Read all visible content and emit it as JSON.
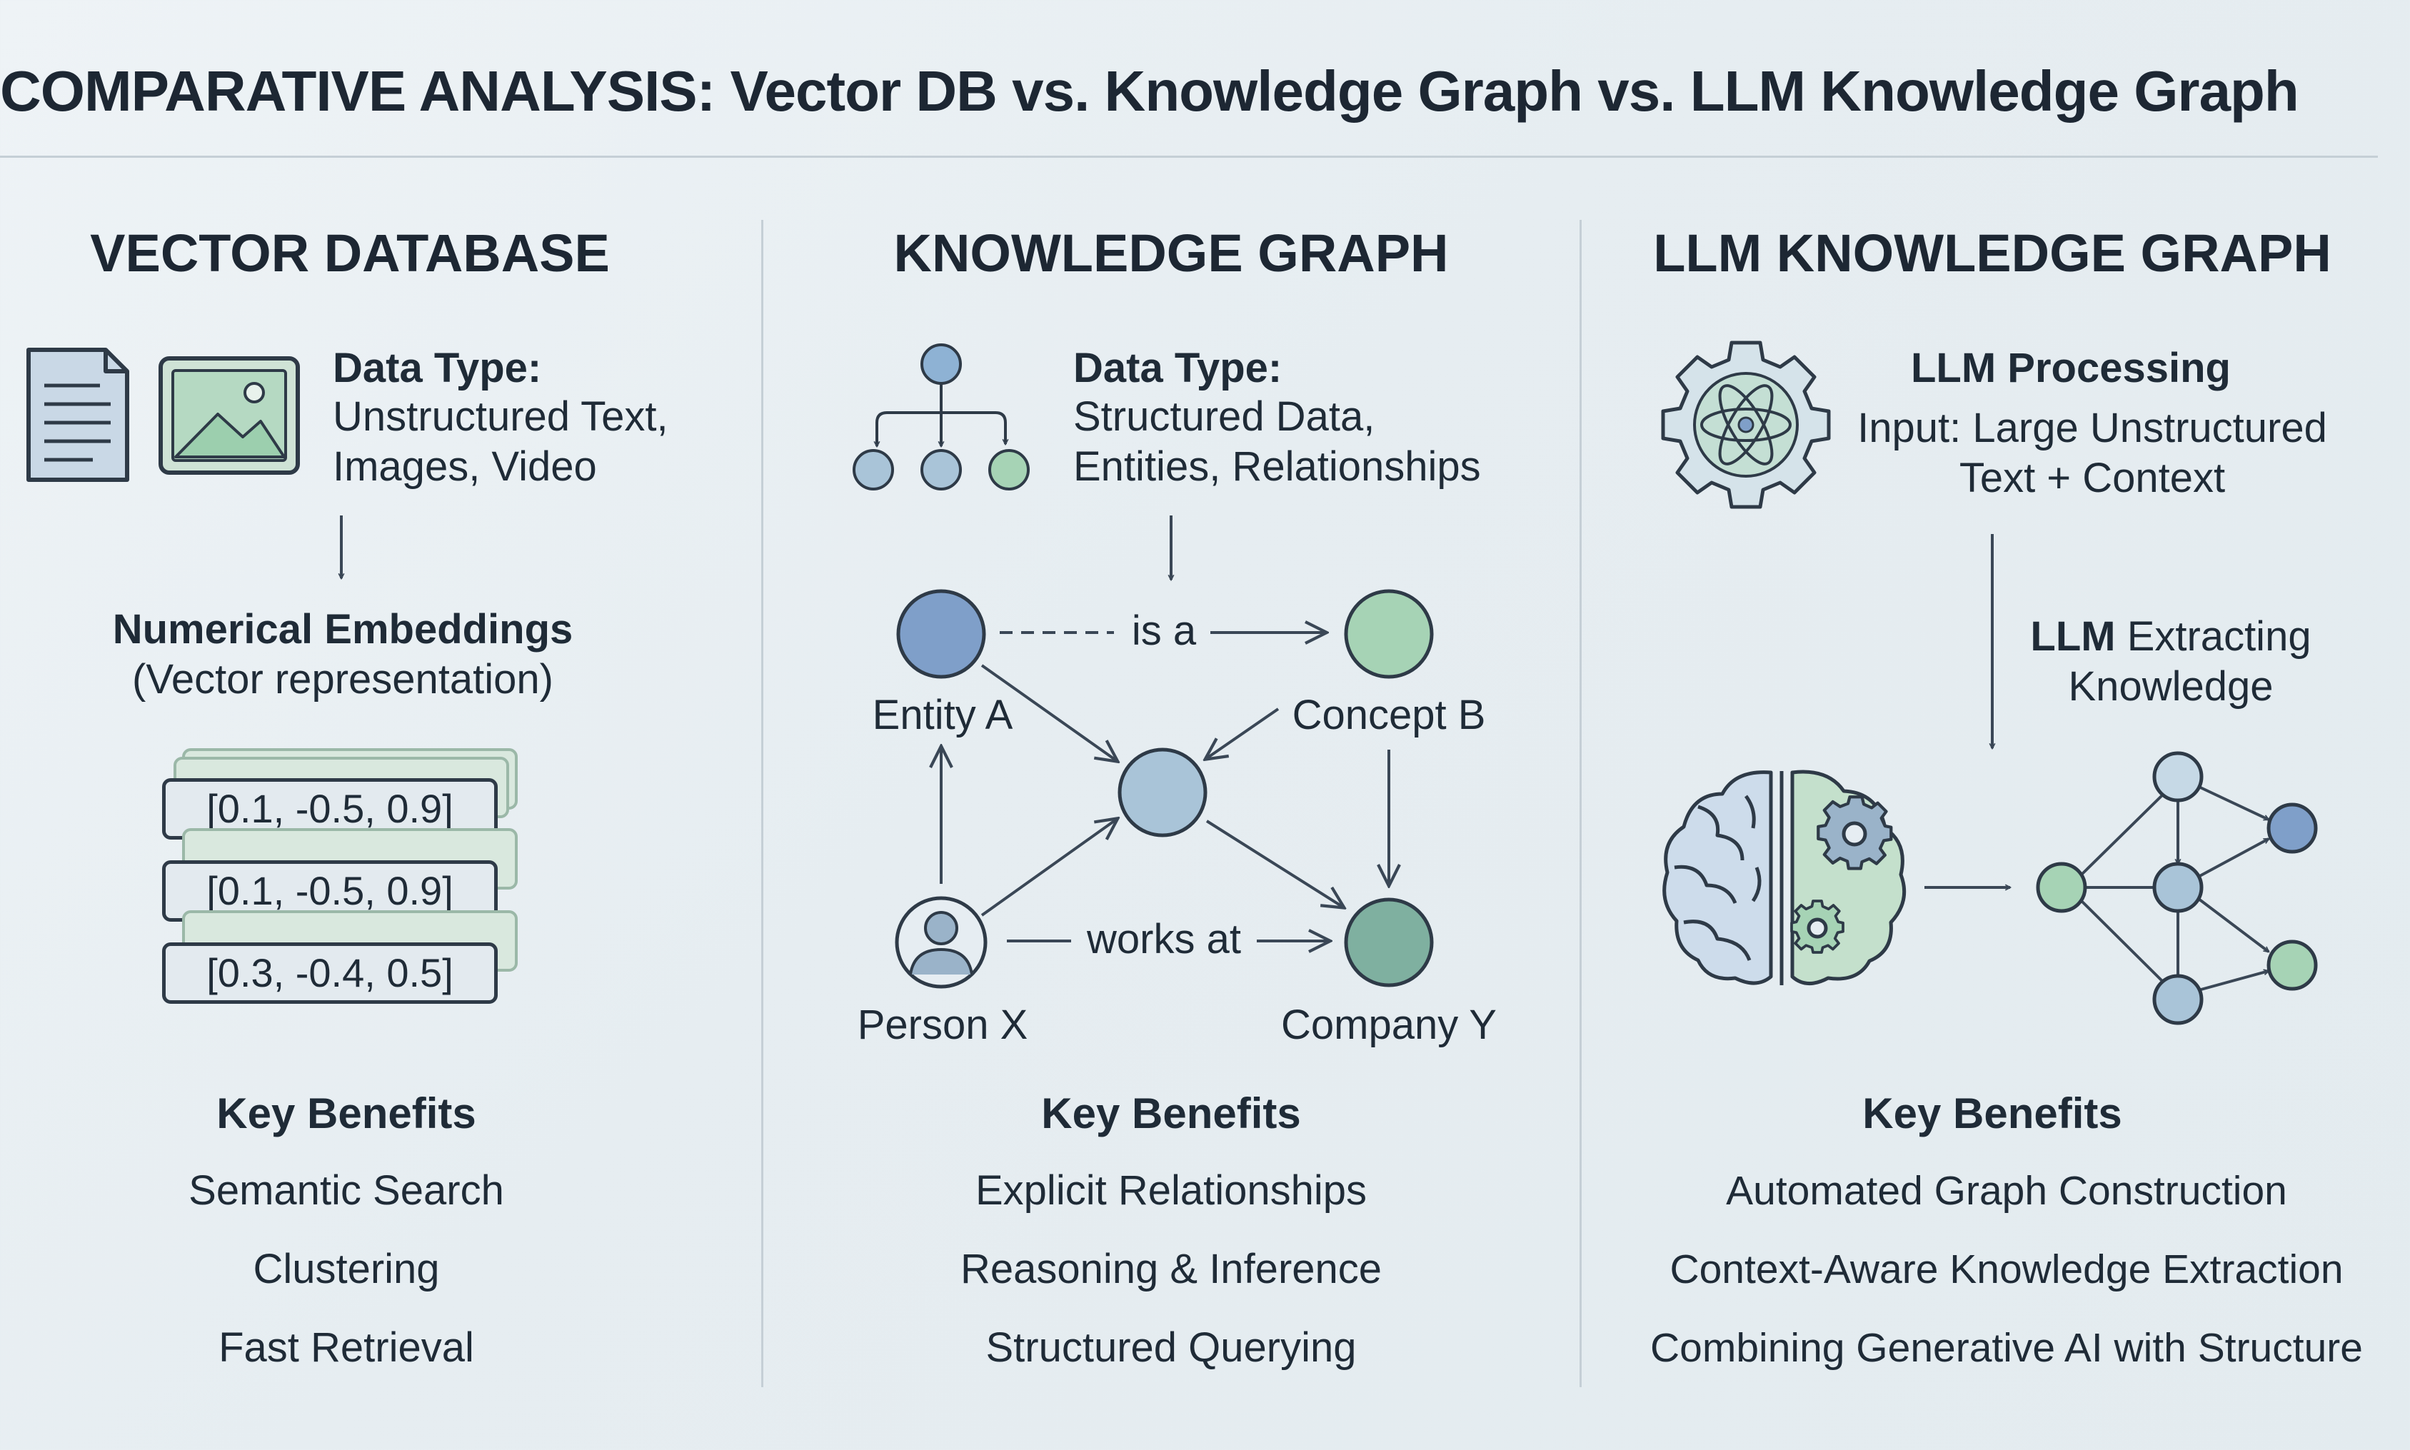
{
  "title": "COMPARATIVE ANALYSIS: Vector DB vs. Knowledge Graph vs. LLM Knowledge Graph",
  "colors": {
    "ink": "#2e3a47",
    "blue_node": "#7f9fc9",
    "light_blue_node": "#a9c4d8",
    "green_node": "#a6d3b5",
    "teal_node": "#7fb0a0",
    "icon_green": "#a9d4b6"
  },
  "vector_db": {
    "heading": "VECTOR DATABASE",
    "icons": [
      "document-icon",
      "image-icon"
    ],
    "data_type_label": "Data Type:",
    "data_type_line1": "Unstructured Text,",
    "data_type_line2": "Images, Video",
    "embeddings_title": "Numerical Embeddings",
    "embeddings_sub": "(Vector representation)",
    "vectors": [
      "[0.1, -0.5, 0.9]",
      "[0.1, -0.5, 0.9]",
      "[0.3, -0.4, 0.5]"
    ],
    "benefits_title": "Key Benefits",
    "benefits": [
      "Semantic Search",
      "Clustering",
      "Fast Retrieval"
    ]
  },
  "knowledge_graph": {
    "heading": "KNOWLEDGE GRAPH",
    "icons": [
      "hierarchy-icon",
      "person-icon"
    ],
    "data_type_label": "Data Type:",
    "data_type_line1": "Structured Data,",
    "data_type_line2": "Entities, Relationships",
    "nodes": {
      "entity_a": "Entity A",
      "concept_b": "Concept B",
      "person_x": "Person X",
      "company_y": "Company Y"
    },
    "edges": {
      "is_a": "is a",
      "works_at": "works at"
    },
    "benefits_title": "Key Benefits",
    "benefits": [
      "Explicit Relationships",
      "Reasoning & Inference",
      "Structured Querying"
    ]
  },
  "llm_kg": {
    "heading": "LLM KNOWLEDGE GRAPH",
    "icons": [
      "atom-gear-icon",
      "brain-gear-icon"
    ],
    "processing_title": "LLM Processing",
    "input_line1": "Input: Large Unstructured",
    "input_line2": "Text + Context",
    "extract_bold": "LLM",
    "extract_rest": " Extracting",
    "extract_line2": "Knowledge",
    "benefits_title": "Key Benefits",
    "benefits": [
      "Automated Graph Construction",
      "Context-Aware Knowledge Extraction",
      "Combining Generative AI with Structure"
    ]
  }
}
